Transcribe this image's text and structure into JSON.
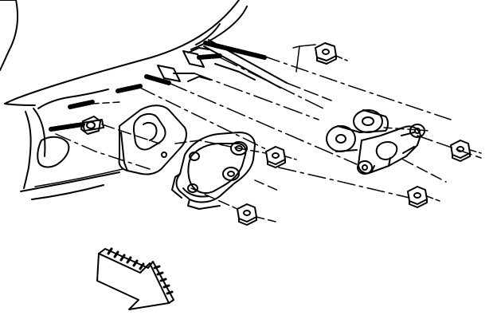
{
  "diagram": {
    "line_color": "#000000",
    "background_color": "#ffffff",
    "parts": {
      "body_panel": "vehicle-body-panel",
      "studs": "mounting-studs",
      "bracket": "mounting-bracket",
      "gasket_plate": "gasket-plate",
      "insulators": "rubber-insulator-washers",
      "clamp": "clamp-bracket",
      "nuts": "hex-nuts",
      "view_arrow": "view-direction-arrow"
    }
  }
}
